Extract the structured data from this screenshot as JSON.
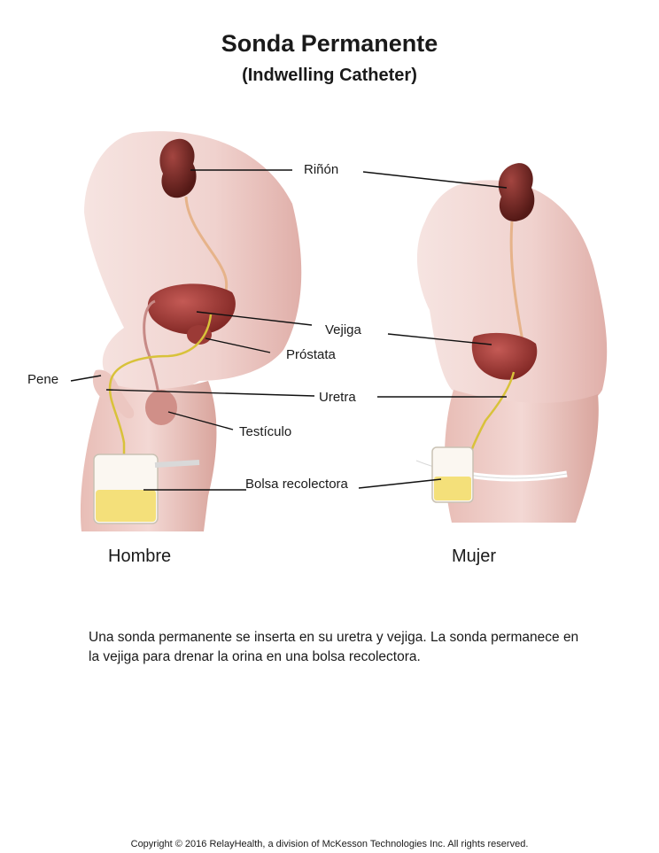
{
  "title": "Sonda Permanente",
  "subtitle": "(Indwelling Catheter)",
  "labels": {
    "rinon": "Riñón",
    "vejiga": "Vejiga",
    "prostata": "Próstata",
    "pene": "Pene",
    "uretra": "Uretra",
    "testiculo": "Testículo",
    "bolsa": "Bolsa recolectora"
  },
  "figures": {
    "male": "Hombre",
    "female": "Mujer"
  },
  "caption": "Una sonda permanente se inserta en su uretra y vejiga. La sonda permanece en la vejiga para drenar la orina en una bolsa recolectora.",
  "copyright": "Copyright © 2016 RelayHealth, a division of McKesson Technologies Inc. All rights reserved.",
  "colors": {
    "skin": "#f3d9d6",
    "skin_dark": "#e2b6b0",
    "organ": "#8e2d2b",
    "kidney": "#6d2420",
    "urine": "#f4e07a",
    "tube": "#d8c23a"
  }
}
